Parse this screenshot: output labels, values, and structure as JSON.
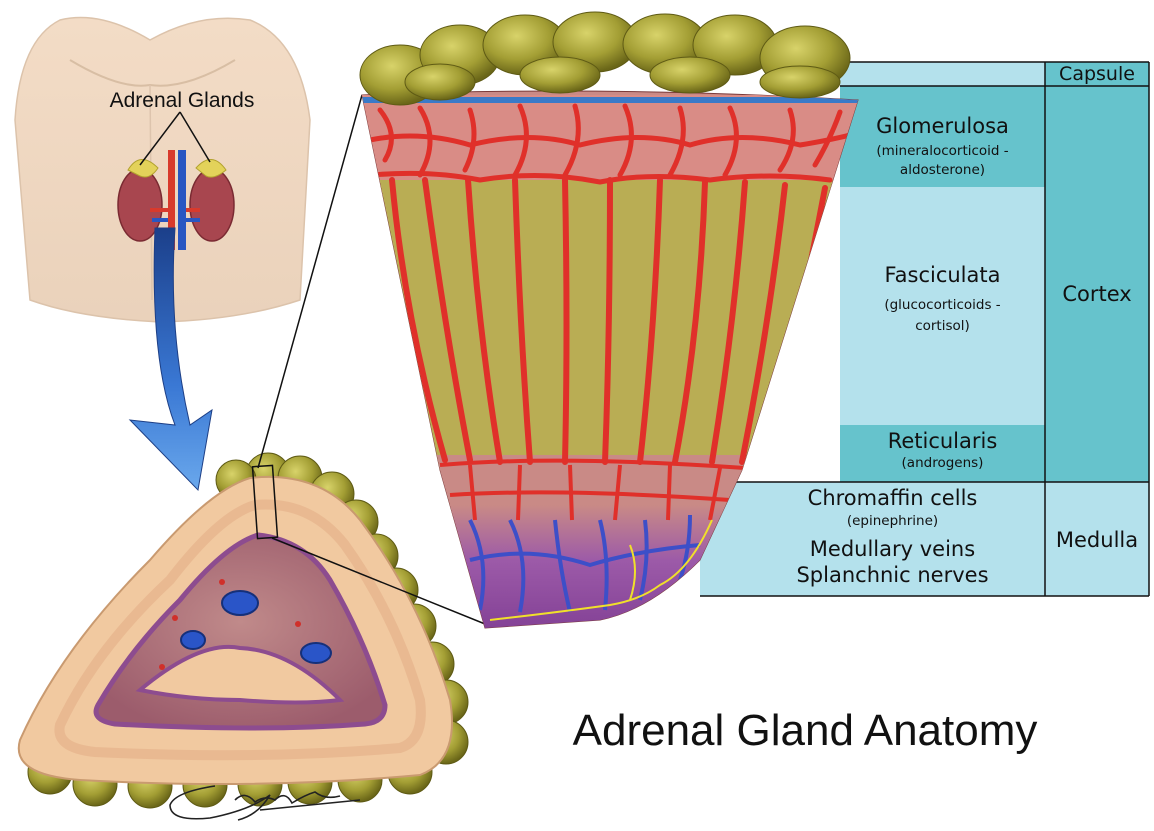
{
  "title": "Adrenal Gland Anatomy",
  "body_label": "Adrenal Glands",
  "signature": "Jean Dalat",
  "zones": {
    "capsule": "Capsule",
    "glomerulosa": {
      "name": "Glomerulosa",
      "desc_line1": "(mineralocorticoid -",
      "desc_line2": "aldosterone)"
    },
    "fasciculata": {
      "name": "Fasciculata",
      "desc_line1": "(glucocorticoids -",
      "desc_line2": "cortisol)"
    },
    "reticularis": {
      "name": "Reticularis",
      "desc": "(androgens)"
    },
    "medulla_contents": {
      "line1": "Chromaffin cells",
      "line2": "(epinephrine)",
      "line3": "Medullary veins",
      "line4": "Splanchnic nerves"
    }
  },
  "regions": {
    "cortex": "Cortex",
    "medulla": "Medulla"
  },
  "colors": {
    "table_dark": "#66c3cc",
    "table_light": "#b4e1ec",
    "capsule_fat": "#a8a33a",
    "vessel_red": "#e0302a",
    "fasciculata": "#b9ad54",
    "glomerulosa": "#d98c86",
    "medulla_purple": "#8a4f9c",
    "arrow_blue": "#2a5fb8"
  }
}
